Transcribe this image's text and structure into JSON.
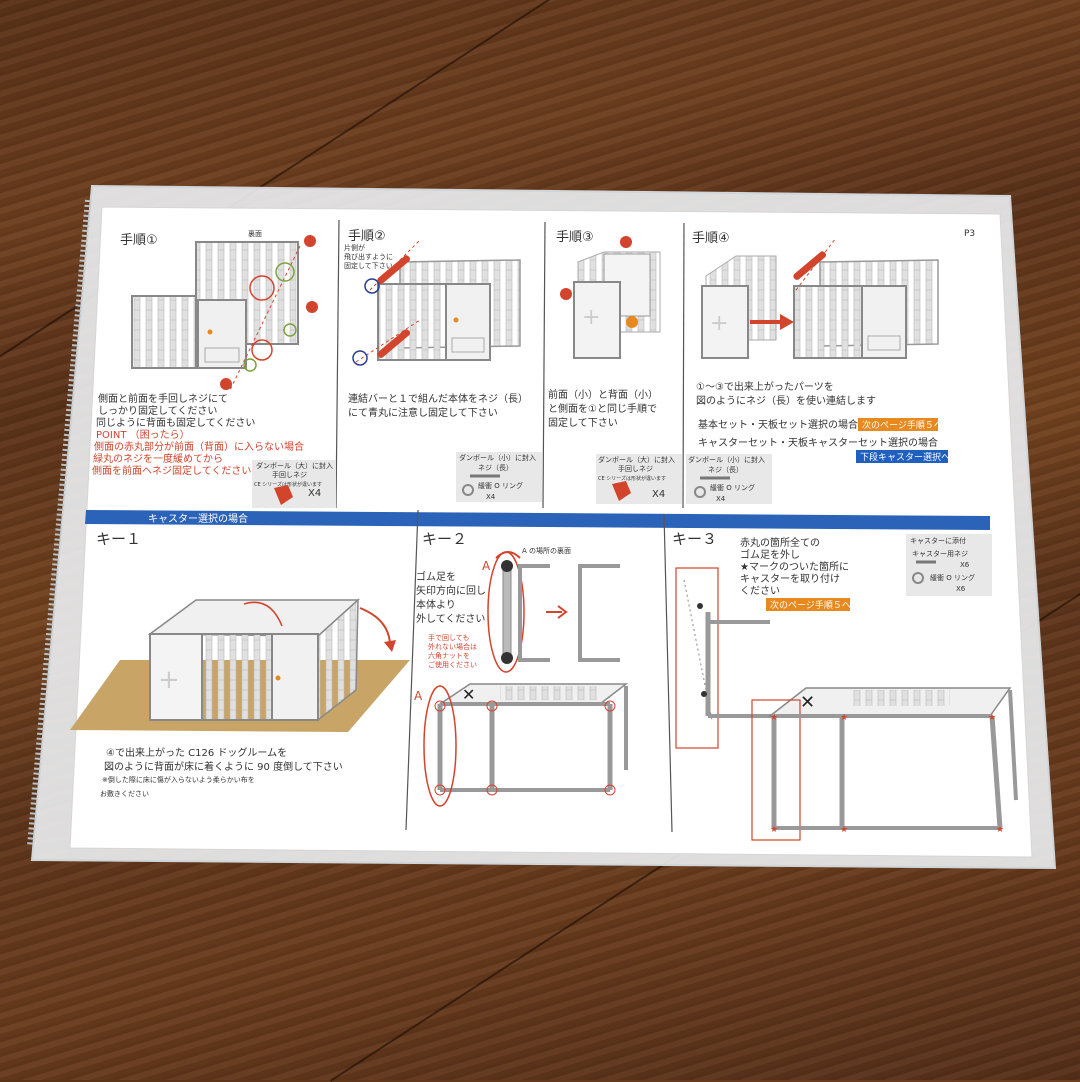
{
  "page_number": "P3",
  "steps": [
    {
      "title": "手順①",
      "side_label": "裏面",
      "lines": [
        "側面と前面を手回しネジにて",
        "しっかり固定してください",
        "同じように背面も固定してください"
      ],
      "point": "POINT （困ったら）",
      "point_lines": [
        "側面の赤丸部分が前面（背面）に入らない場合",
        "緑丸のネジを一度緩めてから",
        "側面を前面へネジ固定してください"
      ],
      "box": {
        "title": "ダンボール（大）に封入",
        "name": "手回しネジ",
        "note": "CE シリーズは形状が違います",
        "qty": "X4"
      }
    },
    {
      "title": "手順②",
      "note_lines": [
        "片側が",
        "飛び出すように",
        "固定して下さい"
      ],
      "lines": [
        "連結バーと１で組んだ本体をネジ（長）",
        "にて青丸に注意し固定して下さい"
      ],
      "box": {
        "title": "ダンボール（小）に封入",
        "name": "ネジ（長）",
        "ring": "緩衝 O リング",
        "qty": "X4"
      }
    },
    {
      "title": "手順③",
      "lines": [
        "前面（小）と背面（小）",
        "と側面を①と同じ手順で",
        "固定して下さい"
      ],
      "box": {
        "title": "ダンボール（大）に封入",
        "name": "手回しネジ",
        "note": "CE シリーズは形状が違います",
        "qty": "X4"
      }
    },
    {
      "title": "手順④",
      "lines": [
        "①〜③で出来上がったパーツを",
        "図のようにネジ（長）を使い連結します"
      ],
      "option1": "基本セット・天板セット選択の場合",
      "option1_tag": "次のページ手順５へ",
      "option2": "キャスターセット・天板キャスターセット選択の場合",
      "option2_tag": "下段キャスター選択へ",
      "box": {
        "title": "ダンボール（小）に封入",
        "name": "ネジ（長）",
        "ring": "緩衝 O リング",
        "qty": "X4"
      }
    }
  ],
  "caster_banner": "キャスター選択の場合",
  "keys": [
    {
      "title": "キー１",
      "lines": [
        "④で出来上がった C126 ドッグルームを",
        "図のように背面が床に着くように 90 度倒して下さい"
      ],
      "note_lines": [
        "※倒した際に床に傷が入らないよう柔らかい布を",
        "お敷きください"
      ]
    },
    {
      "title": "キー２",
      "top_label": "A の場所の裏面",
      "label_a": "A",
      "lines": [
        "ゴム足を",
        "矢印方向に回し",
        "本体より",
        "外してください"
      ],
      "note_lines": [
        "手で回しても",
        "外れない場合は",
        "六角ナットを",
        "ご使用ください"
      ]
    },
    {
      "title": "キー３",
      "lines": [
        "赤丸の箇所全ての",
        "ゴム足を外し",
        "★マークのついた箇所に",
        "キャスターを取り付け",
        "ください"
      ],
      "tag": "次のページ手順５へ",
      "box": {
        "title": "キャスターに添付",
        "name": "キャスター用ネジ",
        "qty": "X6",
        "ring": "緩衝 O リング",
        "ring_qty": "X6"
      }
    }
  ],
  "colors": {
    "accent_red": "#d2442c",
    "banner_blue": "#2b63b8",
    "tag_orange": "#e8891e",
    "tag_blue": "#1f5fbf",
    "cardboard": "#c8a466"
  }
}
